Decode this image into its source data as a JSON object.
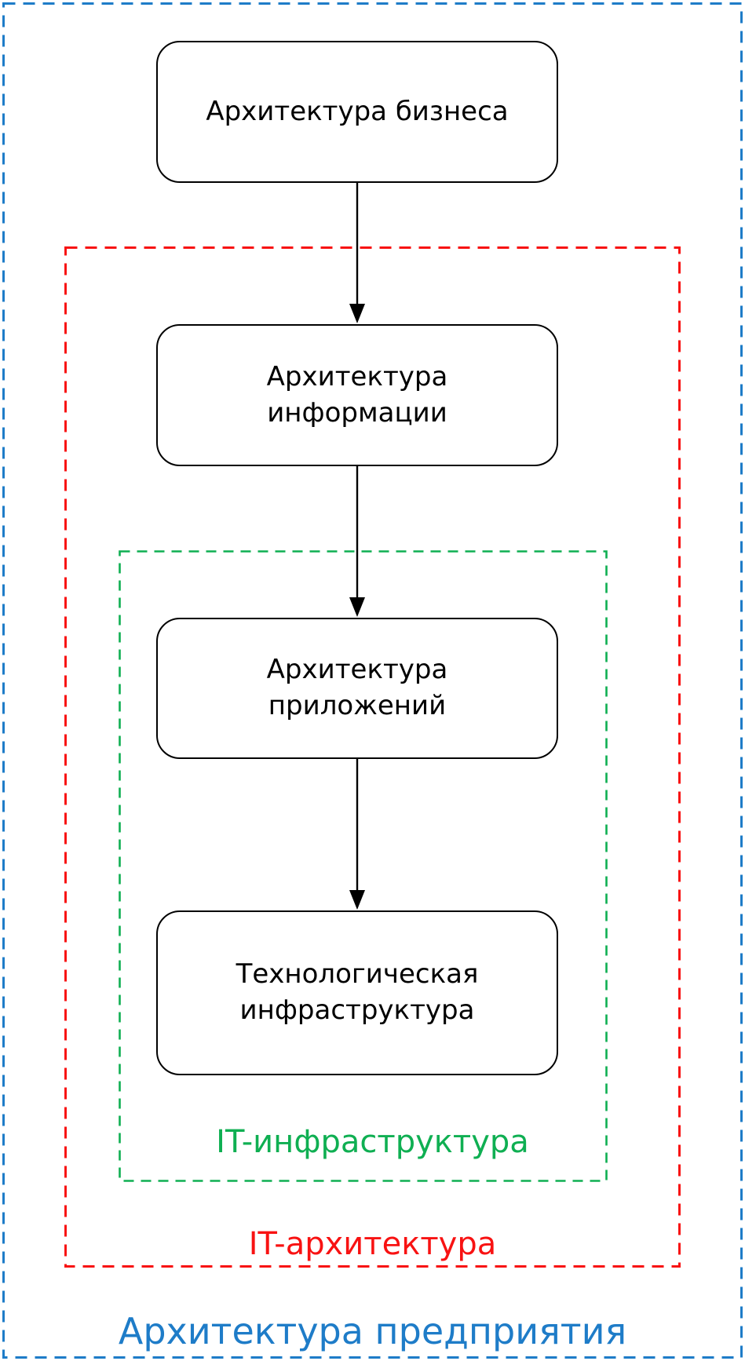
{
  "diagram": {
    "title_hint": "Enterprise architecture layers diagram (Russian)",
    "nodes": [
      {
        "label": "Архитектура бизнеса"
      },
      {
        "label": "Архитектура\nинформации"
      },
      {
        "label": "Архитектура\nприложений"
      },
      {
        "label": "Технологическая\nинфраструктура"
      }
    ],
    "regions": [
      {
        "id": "enterprise-architecture",
        "label": "Архитектура предприятия",
        "color": "#1E7CC8"
      },
      {
        "id": "it-architecture",
        "label": "IT-архитектура",
        "color": "#F81212"
      },
      {
        "id": "it-infrastructure",
        "label": "IT-инфраструктура",
        "color": "#0FAF52"
      }
    ],
    "node_style": {
      "fill": "#FFFFFF",
      "border_color": "#000000"
    },
    "connector_color": "#000000"
  }
}
